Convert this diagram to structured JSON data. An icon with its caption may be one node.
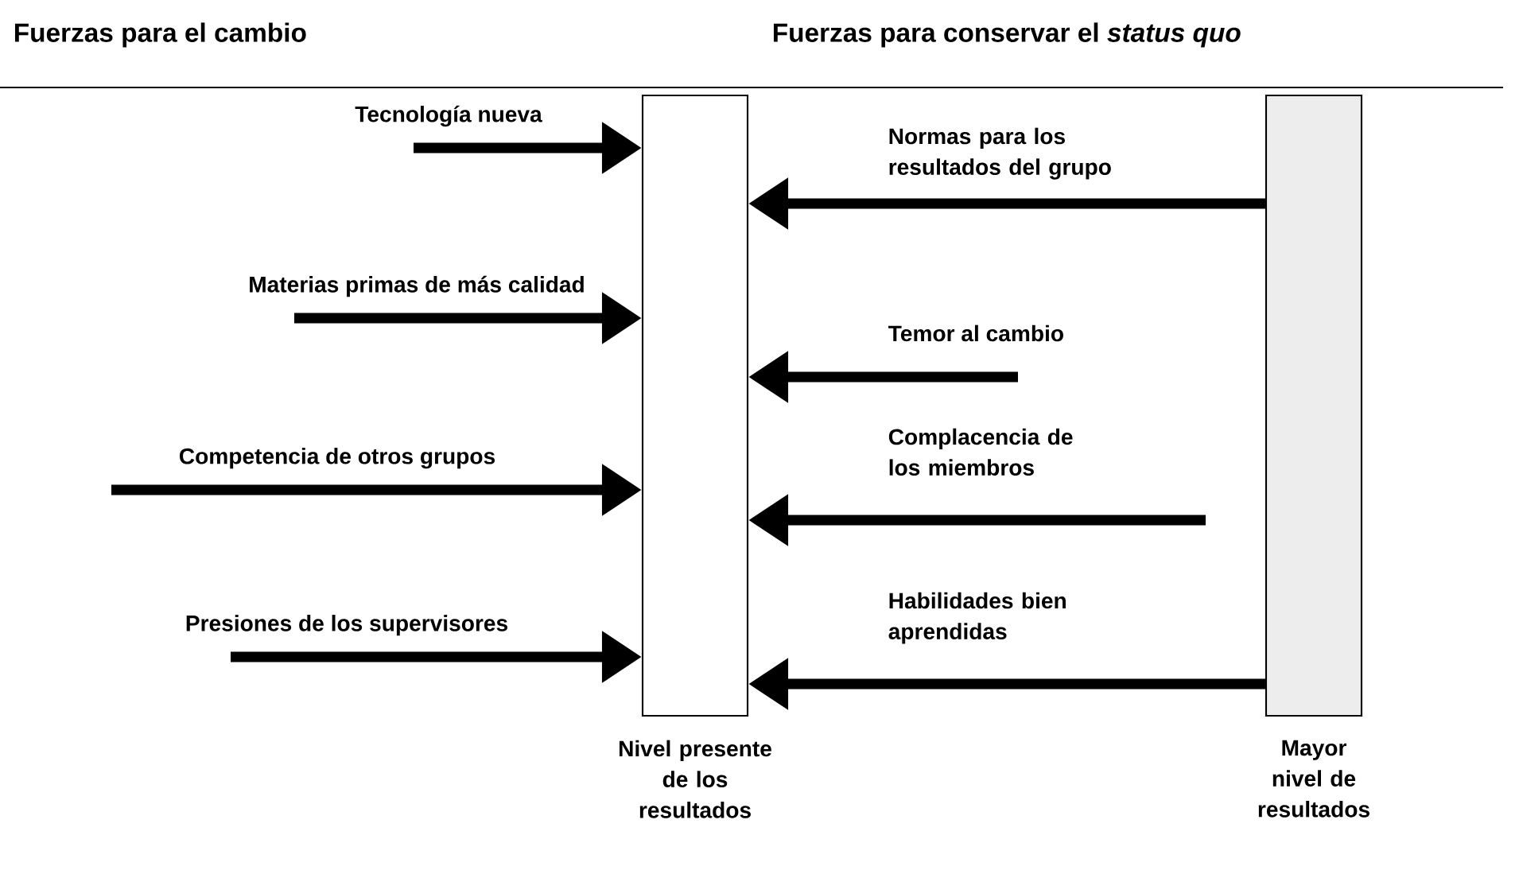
{
  "diagram": {
    "nodes": [
      {
        "text": [
          "Nivel presente de los resultados"
        ]
      },
      {
        "text": [
          "Mayor nivel de resultados"
        ]
      }
    ],
    "edges": [
      {
        "from": null,
        "to": 0,
        "arrow": "to",
        "label": "Tecnología nueva"
      },
      {
        "from": null,
        "to": 0,
        "arrow": "to",
        "label": "Materias primas de más calidad"
      },
      {
        "from": null,
        "to": 0,
        "arrow": "to",
        "label": "Competencia de otros grupos"
      },
      {
        "from": null,
        "to": 0,
        "arrow": "to",
        "label": "Presiones de los supervisores"
      },
      {
        "from": 1,
        "to": 0,
        "arrow": "to",
        "label": "Normas para los resultados del grupo"
      },
      {
        "from": null,
        "to": 0,
        "arrow": "to",
        "label": "Temor al cambio"
      },
      {
        "from": null,
        "to": 0,
        "arrow": "to",
        "label": "Complacencia de los miembros"
      },
      {
        "from": 1,
        "to": 0,
        "arrow": "to",
        "label": "Habilidades bien aprendidas"
      }
    ],
    "labels": [
      "Fuerzas para el cambio",
      "Fuerzas para conservar el *status quo*"
    ]
  }
}
